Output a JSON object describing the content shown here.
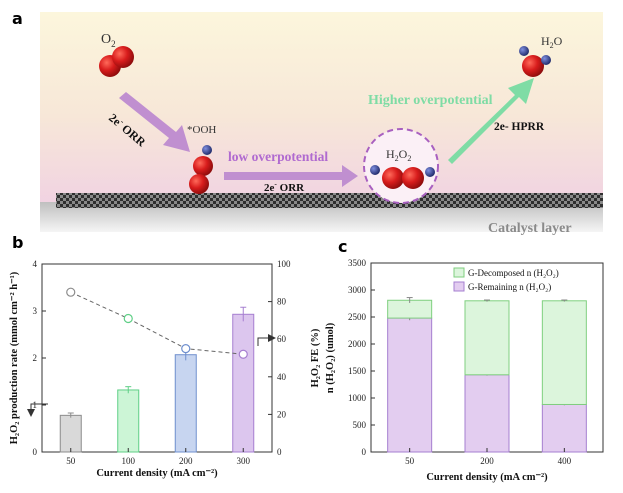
{
  "panels": {
    "a": "a",
    "b": "b",
    "c": "c"
  },
  "scheme": {
    "o2": "O",
    "o2_sub": "2",
    "ooh": "*OOH",
    "orr_left_main": "2e",
    "orr_left_sup": "-",
    "orr_left_rest": " ORR",
    "low_overpotential": "low overpotential",
    "orr_bottom_main": "2e",
    "orr_bottom_sup": "-",
    "orr_bottom_rest": " ORR",
    "h2o2_H": "H",
    "h2o2_sub1": "2",
    "h2o2_O": "O",
    "h2o2_sub2": "2",
    "higher_overpotential": "Higher overpotential",
    "hprr": "2e- HPRR",
    "h2o_H": "H",
    "h2o_sub": "2",
    "h2o_O": "O",
    "catalyst_layer": "Catalyst layer",
    "colors": {
      "background_top": "#fbf3d6",
      "background_bottom": "#f3d9e4",
      "purple_arrow": "#c08fd0",
      "green_arrow": "#7fdca5",
      "oxygen": "#d81c1c",
      "hydrogen": "#2f3f8f",
      "dashed_circle": "#a860c0"
    }
  },
  "chart_data": [
    {
      "panel": "b",
      "type": "bar",
      "categories": [
        "50",
        "100",
        "200",
        "300"
      ],
      "xlabel": "Current density (mA cm⁻²)",
      "ylabel_left": "H₂O₂ production rate (mmol cm⁻² h⁻¹)",
      "ylabel_right": "H₂O₂ FE (%)",
      "ylim_left": [
        0,
        4
      ],
      "ylim_right": [
        0,
        100
      ],
      "yticks_left": [
        "0",
        "1",
        "2",
        "3",
        "4"
      ],
      "yticks_right": [
        "0",
        "20",
        "40",
        "60",
        "80",
        "100"
      ],
      "bars": {
        "values": [
          0.78,
          1.32,
          2.07,
          2.93
        ],
        "errors": [
          0.05,
          0.07,
          0.12,
          0.15
        ],
        "fills": [
          "#d9d9d9",
          "#ccf5d6",
          "#c7d5f0",
          "#dcc6ee"
        ],
        "strokes": [
          "#8c8c8c",
          "#5fcf86",
          "#6f8fce",
          "#a67fd0"
        ]
      },
      "line": {
        "values": [
          85,
          71,
          55,
          52
        ],
        "errors": [
          1,
          1,
          2,
          1
        ],
        "marker_colors": [
          "#8c8c8c",
          "#5fcf86",
          "#6f8fce",
          "#a67fd0"
        ]
      }
    },
    {
      "panel": "c",
      "type": "bar",
      "stacked": true,
      "categories": [
        "50",
        "200",
        "400"
      ],
      "xlabel": "Current density (mA cm⁻²)",
      "ylabel": "n (H₂O₂) (umol)",
      "ylim": [
        0,
        3500
      ],
      "yticks": [
        "0",
        "500",
        "1000",
        "1500",
        "2000",
        "2500",
        "3000",
        "3500"
      ],
      "series": [
        {
          "name": "G-Remaining n (H₂O₂)",
          "values": [
            2480,
            1430,
            880
          ],
          "errors": [
            40,
            15,
            15
          ],
          "fill": "#e3cdf0",
          "stroke": "#a67fd0"
        },
        {
          "name": "G-Decomposed n (H₂O₂)",
          "values": [
            330,
            1370,
            1920
          ],
          "errors": [
            50,
            15,
            15
          ],
          "fill": "#dcf5dc",
          "stroke": "#7fcf7f"
        }
      ],
      "legend": "top-right"
    }
  ]
}
